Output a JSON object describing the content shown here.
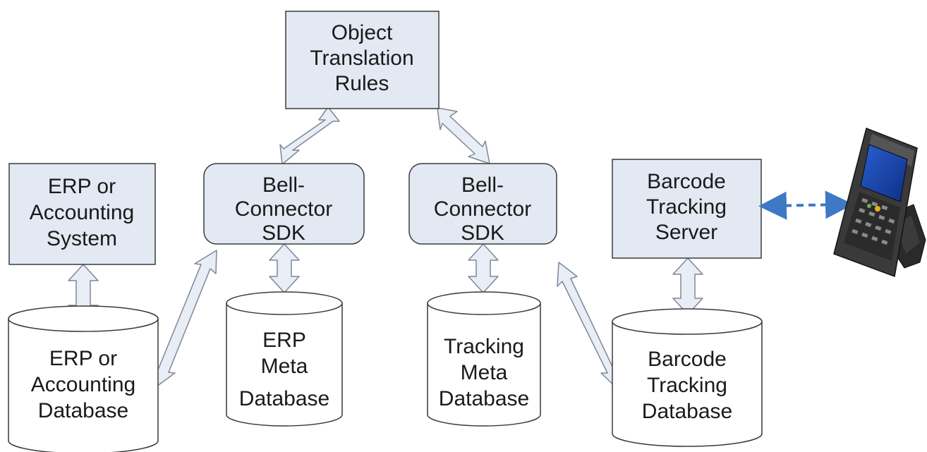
{
  "nodes": {
    "rules": {
      "line1": "Object",
      "line2": "Translation",
      "line3": "Rules"
    },
    "erp_system": {
      "line1": "ERP or",
      "line2": "Accounting",
      "line3": "System"
    },
    "sdk_left": {
      "line1": "Bell-",
      "line2": "Connector",
      "line3": "SDK"
    },
    "sdk_right": {
      "line1": "Bell-",
      "line2": "Connector",
      "line3": "SDK"
    },
    "barcode_server": {
      "line1": "Barcode",
      "line2": "Tracking",
      "line3": "Server"
    },
    "erp_db": {
      "line1": "ERP or",
      "line2": "Accounting",
      "line3": "Database"
    },
    "erp_meta_db": {
      "line1": "ERP",
      "line2": "Meta",
      "line3": "Database"
    },
    "tracking_meta_db": {
      "line1": "Tracking",
      "line2": "Meta",
      "line3": "Database"
    },
    "barcode_db": {
      "line1": "Barcode",
      "line2": "Tracking",
      "line3": "Database"
    }
  },
  "colors": {
    "box_fill": "#e3e9f3",
    "stroke": "#3a3a3a",
    "arrow_fill": "#e8edf6",
    "arrow_stroke": "#7d8899",
    "wireless_arrow": "#3f78c4"
  },
  "images": {
    "scanner": "handheld-barcode-scanner"
  }
}
